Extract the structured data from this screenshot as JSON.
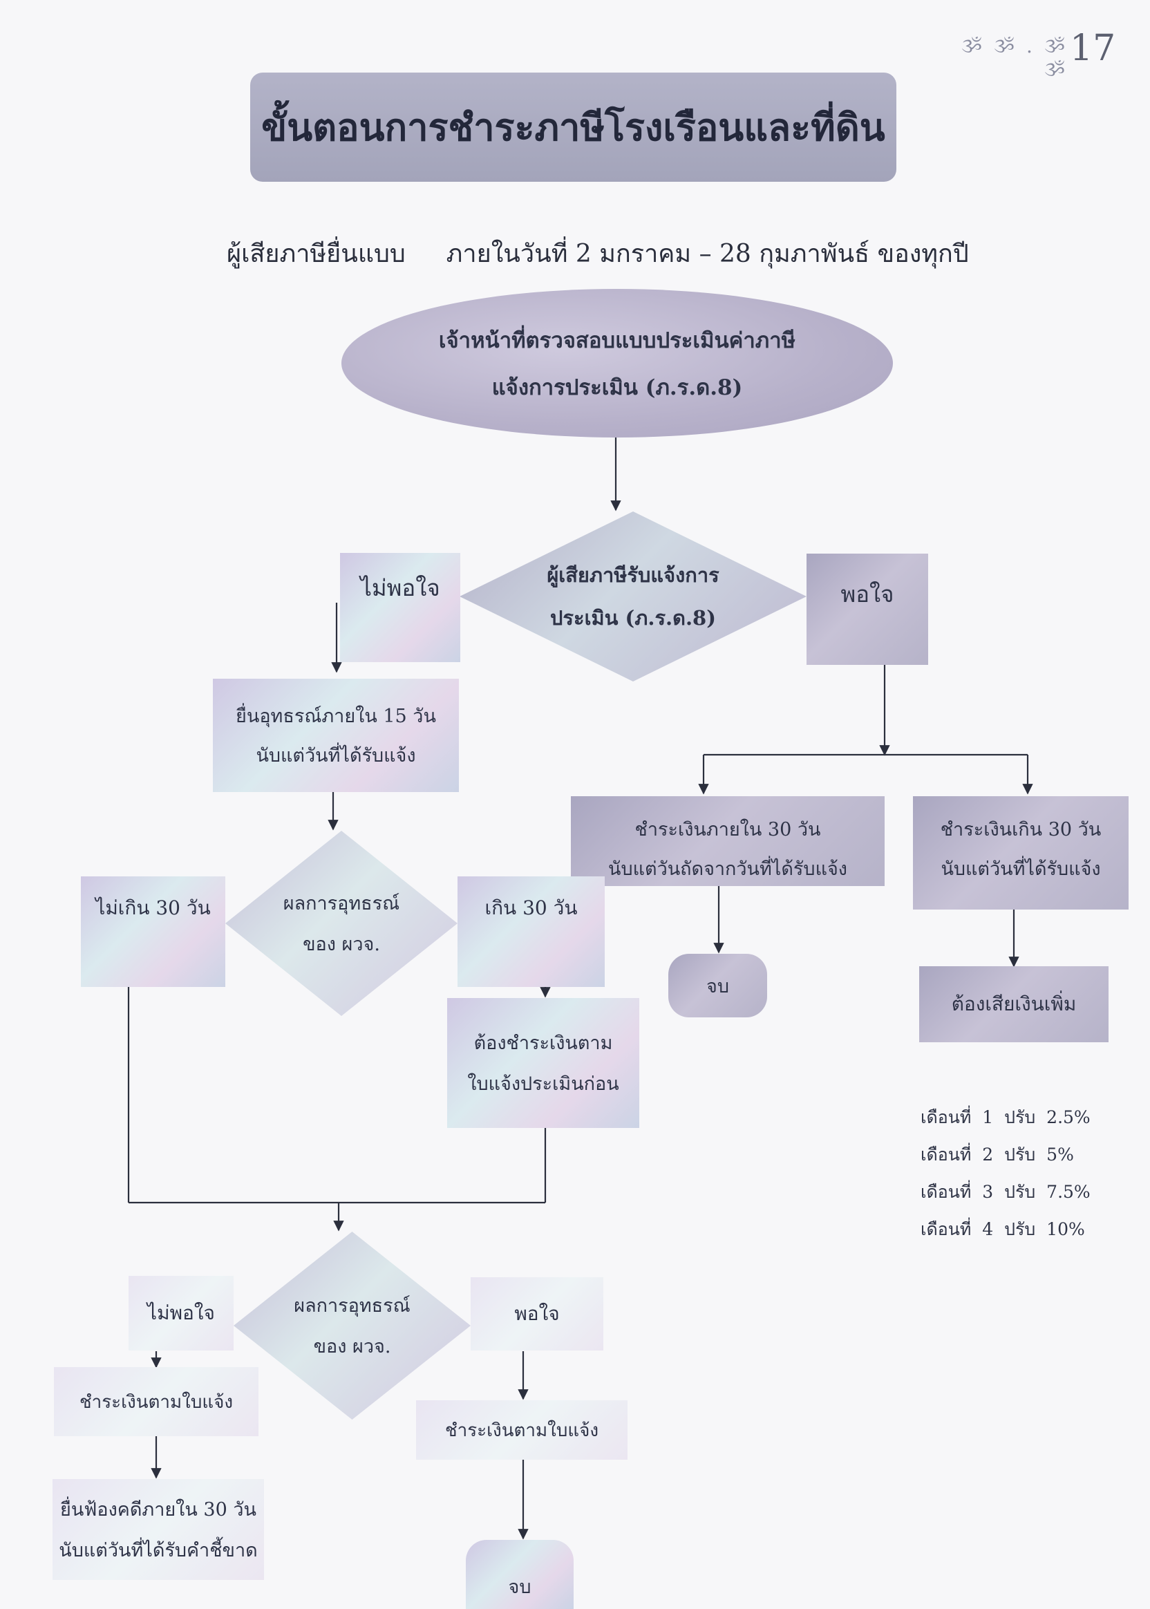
{
  "page_number": "17",
  "page_mark": "ૐ ૐ . ૐ ૐ",
  "title": "ขั้นตอนการชำระภาษีโรงเรือนและที่ดิน",
  "subtitle": {
    "left": "ผู้เสียภาษียื่นแบบ",
    "right": "ภายในวันที่ 2 มกราคม – 28 กุมภาพันธ์ ของทุกปี"
  },
  "nodes": {
    "assess": [
      "เจ้าหน้าที่ตรวจสอบแบบประเมินค่าภาษี",
      "แจ้งการประเมิน (ภ.ร.ด.8)"
    ],
    "receive": [
      "ผู้เสียภาษีรับแจ้งการ",
      "ประเมิน (ภ.ร.ด.8)"
    ],
    "not_satisfied": "ไม่พอใจ",
    "satisfied": "พอใจ",
    "appeal": [
      "ยื่นอุทธรณ์ภายใน 15 วัน",
      "นับแต่วันที่ได้รับแจ้ง"
    ],
    "pay_within": [
      "ชำระเงินภายใน 30 วัน",
      "นับแต่วันถัดจากวันที่ได้รับแจ้ง"
    ],
    "pay_over": [
      "ชำระเงินเกิน 30 วัน",
      "นับแต่วันที่ได้รับแจ้ง"
    ],
    "end": "จบ",
    "extra": "ต้องเสียเงินเพิ่ม",
    "result1": [
      "ผลการอุทธรณ์",
      "ของ ผวจ."
    ],
    "under30": "ไม่เกิน 30 วัน",
    "over30": "เกิน 30 วัน",
    "pay_first": [
      "ต้องชำระเงินตาม",
      "ใบแจ้งประเมินก่อน"
    ],
    "result2": [
      "ผลการอุทธรณ์",
      "ของ ผวจ."
    ],
    "not_satisfied2": "ไม่พอใจ",
    "satisfied2": "พอใจ",
    "pay_notice_left": "ชำระเงินตามใบแจ้ง",
    "pay_notice_right": "ชำระเงินตามใบแจ้ง",
    "lawsuit": [
      "ยื่นฟ้องคดีภายใน 30 วัน",
      "นับแต่วันที่ได้รับคำชี้ขาด"
    ],
    "end2": "จบ"
  },
  "penalties": [
    {
      "month_label": "เดือนที่",
      "month": "1",
      "fine_label": "ปรับ",
      "rate": "2.5%"
    },
    {
      "month_label": "เดือนที่",
      "month": "2",
      "fine_label": "ปรับ",
      "rate": "5%"
    },
    {
      "month_label": "เดือนที่",
      "month": "3",
      "fine_label": "ปรับ",
      "rate": "7.5%"
    },
    {
      "month_label": "เดือนที่",
      "month": "4",
      "fine_label": "ปรับ",
      "rate": "10%"
    }
  ],
  "colors": {
    "line": "#2b2f3d",
    "title_box": "#a7a8bd",
    "ellipse": "#b9b3cc"
  }
}
